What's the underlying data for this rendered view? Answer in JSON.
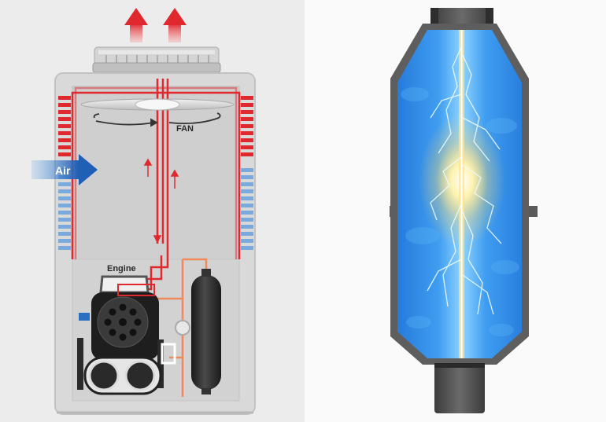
{
  "labels": {
    "air": "Air",
    "fan": "FAN",
    "engine": "Engine"
  },
  "colors": {
    "hot_line": "#e0282f",
    "cold_fin": "#6fa0d8",
    "air_arrow": "#2a6fc0",
    "housing": "#c8c8c8",
    "cabinet": "#bdbdbd",
    "tank": "#2b2b2b",
    "discharge": "#2e86de",
    "arc": "#fff2a8"
  }
}
